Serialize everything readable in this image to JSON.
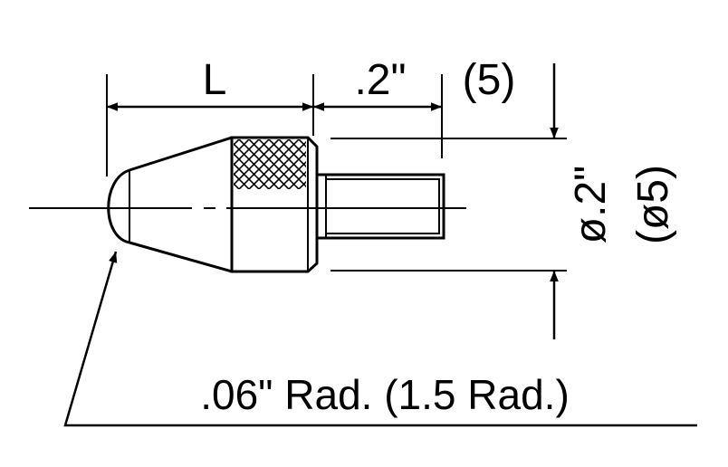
{
  "dimensions": {
    "length_label": "L",
    "thread_length_in": ".2\"",
    "thread_length_mm": "(5)",
    "diameter_in": "ø.2\"",
    "diameter_mm": "(ø5)",
    "radius_note": ".06\" Rad. (1.5 Rad.)"
  }
}
